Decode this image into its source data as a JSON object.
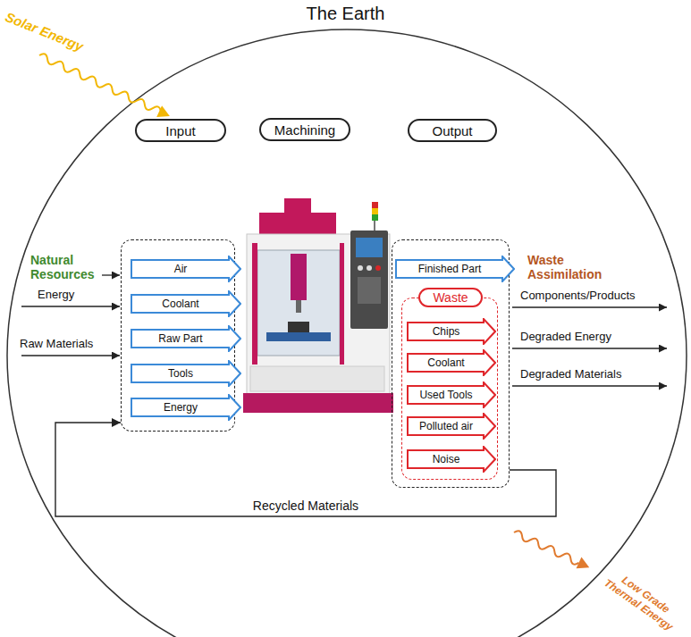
{
  "diagram": {
    "title": "The Earth",
    "nodes": [
      {
        "text": [
          "Input"
        ]
      },
      {
        "text": [
          "Air"
        ],
        "in": 0
      },
      {
        "text": [
          "Coolant"
        ],
        "in": 0
      },
      {
        "text": [
          "Raw Part"
        ],
        "in": 0
      },
      {
        "text": [
          "Tools"
        ],
        "in": 0
      },
      {
        "text": [
          "Energy"
        ],
        "in": 0
      },
      {
        "text": [
          "Machining"
        ]
      },
      {
        "text": [
          "Output"
        ]
      },
      {
        "text": [
          "Finished Part"
        ],
        "in": 7
      },
      {
        "text": [
          "Waste"
        ],
        "in": 7
      },
      {
        "text": [
          "Chips"
        ],
        "in": 9
      },
      {
        "text": [
          "Coolant"
        ],
        "in": 9
      },
      {
        "text": [
          "Used Tools"
        ],
        "in": 9
      },
      {
        "text": [
          "Polluted air"
        ],
        "in": 9
      },
      {
        "text": [
          "Noise"
        ],
        "in": 9
      }
    ],
    "edges": [
      {
        "from": 7,
        "to": 0,
        "arrow": "to",
        "label": "Recycled Materials"
      }
    ],
    "labels": [
      "Solar Energy",
      "Natural Resources",
      "Energy",
      "Raw Materials",
      "Waste Assimilation",
      "Components/Products",
      "Degraded Energy",
      "Degraded Materials",
      "Low Grade Thermal Energy"
    ]
  }
}
